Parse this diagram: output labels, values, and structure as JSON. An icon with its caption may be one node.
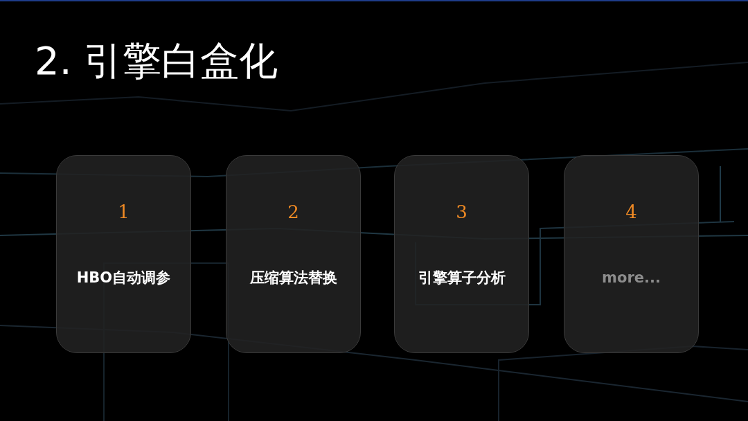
{
  "diagram": {
    "title": "2. 引擎白盒化",
    "nodes": [
      {
        "text": [
          "1",
          "HBO自动调参"
        ]
      },
      {
        "text": [
          "2",
          "压缩算法替换"
        ]
      },
      {
        "text": [
          "3",
          "引擎算子分析"
        ]
      },
      {
        "text": [
          "4",
          "more..."
        ]
      }
    ]
  }
}
